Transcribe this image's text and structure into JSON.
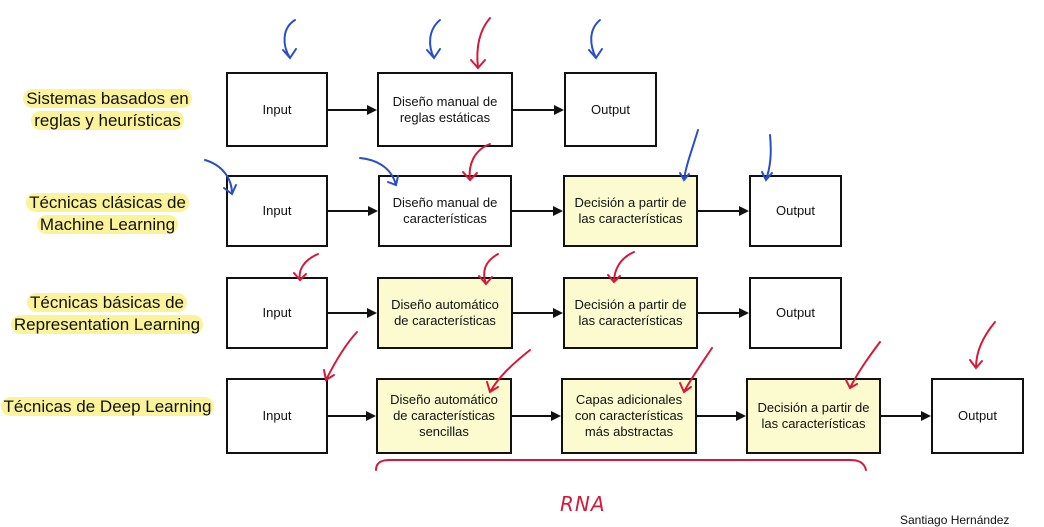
{
  "rows": [
    {
      "label": "Sistemas basados en reglas y heurísticas",
      "boxes": [
        {
          "text": "Input",
          "highlighted": false
        },
        {
          "text": "Diseño manual de reglas estáticas",
          "highlighted": false
        },
        {
          "text": "Output",
          "highlighted": false
        }
      ]
    },
    {
      "label": "Técnicas clásicas de Machine Learning",
      "boxes": [
        {
          "text": "Input",
          "highlighted": false
        },
        {
          "text": "Diseño manual de características",
          "highlighted": false
        },
        {
          "text": "Decisión a partir de las características",
          "highlighted": true
        },
        {
          "text": "Output",
          "highlighted": false
        }
      ]
    },
    {
      "label": "Técnicas básicas de Representation Learning",
      "boxes": [
        {
          "text": "Input",
          "highlighted": false
        },
        {
          "text": "Diseño automático de características",
          "highlighted": true
        },
        {
          "text": "Decisión a partir de las características",
          "highlighted": true
        },
        {
          "text": "Output",
          "highlighted": false
        }
      ]
    },
    {
      "label": "Técnicas de Deep Learning",
      "boxes": [
        {
          "text": "Input",
          "highlighted": false
        },
        {
          "text": "Diseño automático de características sencillas",
          "highlighted": true
        },
        {
          "text": "Capas adicionales con características más abstractas",
          "highlighted": true
        },
        {
          "text": "Decisión a partir de las características",
          "highlighted": true
        },
        {
          "text": "Output",
          "highlighted": false
        }
      ]
    }
  ],
  "annotation": "RNA",
  "credit": "Santiago Hernández",
  "colors": {
    "highlight": "#fbf39a",
    "box_fill": "#fbfbcf",
    "ink_blue": "#2a4fc4",
    "ink_red": "#d41a3a"
  }
}
